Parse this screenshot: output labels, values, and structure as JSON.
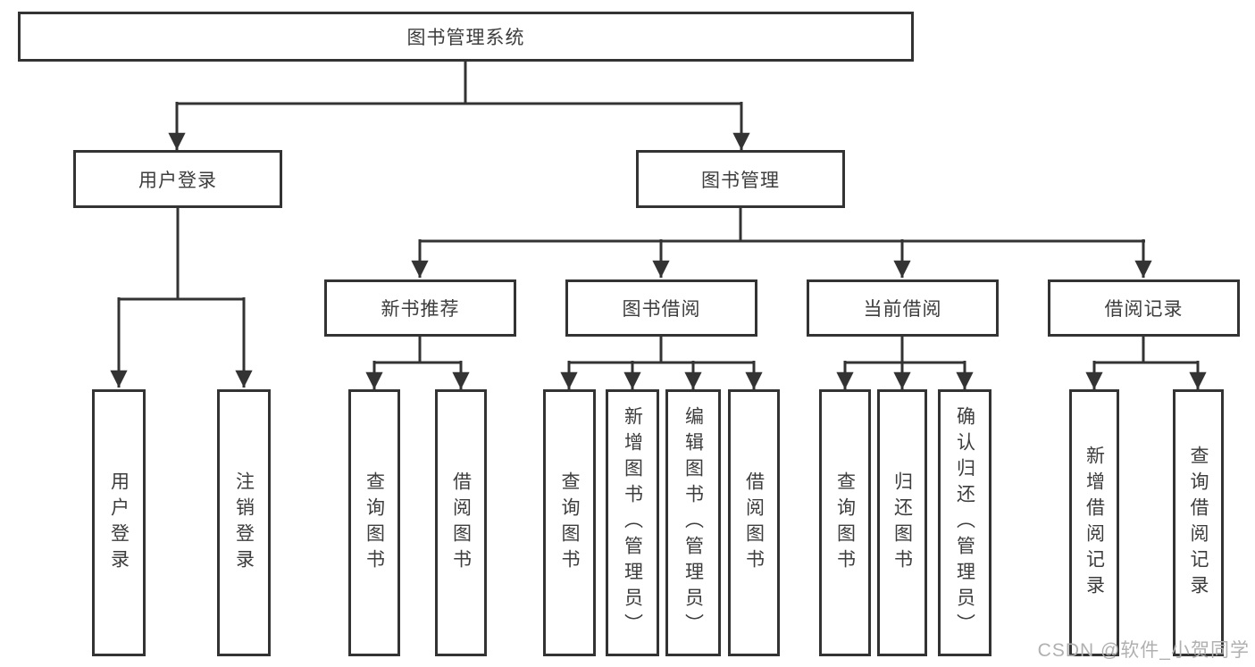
{
  "style": {
    "line_color": "#333333",
    "text_color": "#3d3d3d",
    "watermark_color": "#b0b0b0",
    "background": "#ffffff"
  },
  "diagram": {
    "root": {
      "label": "图书管理系统"
    },
    "branches": [
      {
        "label": "用户登录",
        "leaves": [
          "用户登录",
          "注销登录"
        ]
      },
      {
        "label": "图书管理",
        "groups": [
          {
            "label": "新书推荐",
            "leaves": [
              "查询图书",
              "借阅图书"
            ]
          },
          {
            "label": "图书借阅",
            "leaves": [
              "查询图书",
              "新增图书（管理员）",
              "编辑图书（管理员）",
              "借阅图书"
            ]
          },
          {
            "label": "当前借阅",
            "leaves": [
              "查询图书",
              "归还图书",
              "确认归还（管理员）"
            ]
          },
          {
            "label": "借阅记录",
            "leaves": [
              "新增借阅记录",
              "查询借阅记录"
            ]
          }
        ]
      }
    ]
  },
  "watermark": {
    "text": "CSDN @软件_小贺同学"
  }
}
